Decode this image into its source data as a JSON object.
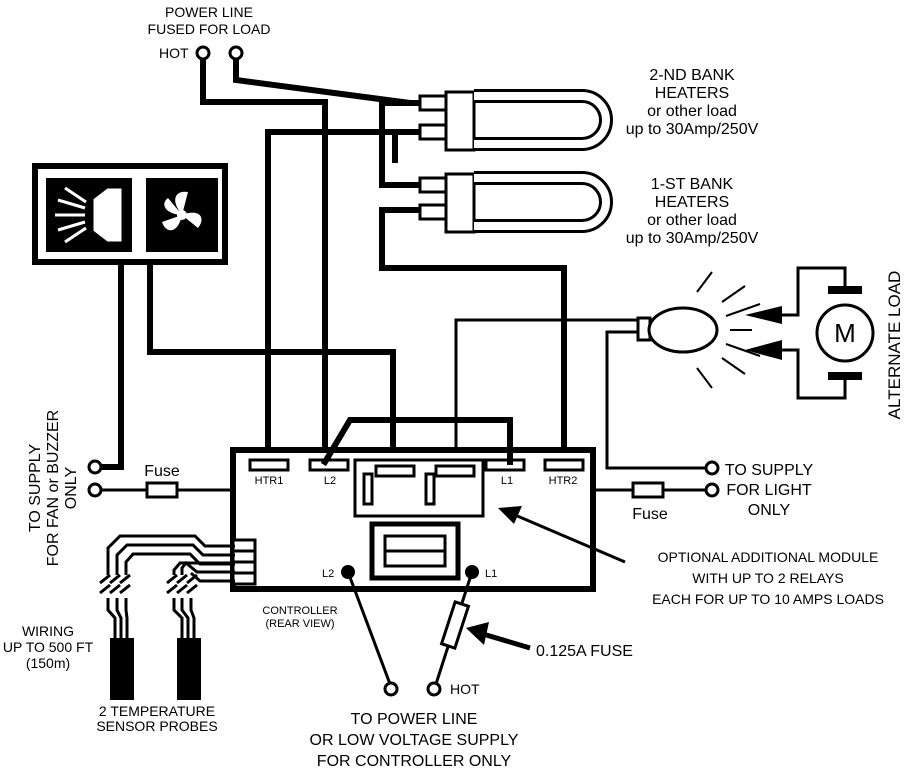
{
  "labels": {
    "power_line": "POWER LINE",
    "fused_for_load": "FUSED FOR LOAD",
    "hot_top": "HOT",
    "bank2_l1": "2-ND BANK",
    "bank2_l2": "HEATERS",
    "bank2_l3": "or other load",
    "bank2_l4": "up to 30Amp/250V",
    "bank1_l1": "1-ST BANK",
    "bank1_l2": "HEATERS",
    "bank1_l3": "or other load",
    "bank1_l4": "up to 30Amp/250V",
    "alternate_load": "ALTERNATE LOAD",
    "motor": "M",
    "supply_fan_l1": "TO SUPPLY",
    "supply_fan_l2": "FOR FAN or BUZZER",
    "supply_fan_l3": "ONLY",
    "fuse_left": "Fuse",
    "fuse_right": "Fuse",
    "supply_light_l1": "TO SUPPLY",
    "supply_light_l2": "FOR LIGHT",
    "supply_light_l3": "ONLY",
    "term_htr1": "HTR1",
    "term_l2": "L2",
    "term_l1": "L1",
    "term_htr2": "HTR2",
    "module_l1": "OPTIONAL ADDITIONAL MODULE",
    "module_l2": "WITH UP TO 2 RELAYS",
    "module_l3": "EACH FOR UP TO 10 AMPS LOADS",
    "l2_bottom": "L2",
    "l1_bottom": "L1",
    "controller_l1": "CONTROLLER",
    "controller_l2": "(REAR VIEW)",
    "fuse_0125": "0.125A FUSE",
    "hot_bottom": "HOT",
    "wiring_l1": "WIRING",
    "wiring_l2": "UP TO 500 FT",
    "wiring_l3": "(150m)",
    "probes_l1": "2 TEMPERATURE",
    "probes_l2": "SENSOR PROBES",
    "power_supply_l1": "TO POWER LINE",
    "power_supply_l2": "OR LOW VOLTAGE SUPPLY",
    "power_supply_l3": "FOR CONTROLLER ONLY"
  }
}
